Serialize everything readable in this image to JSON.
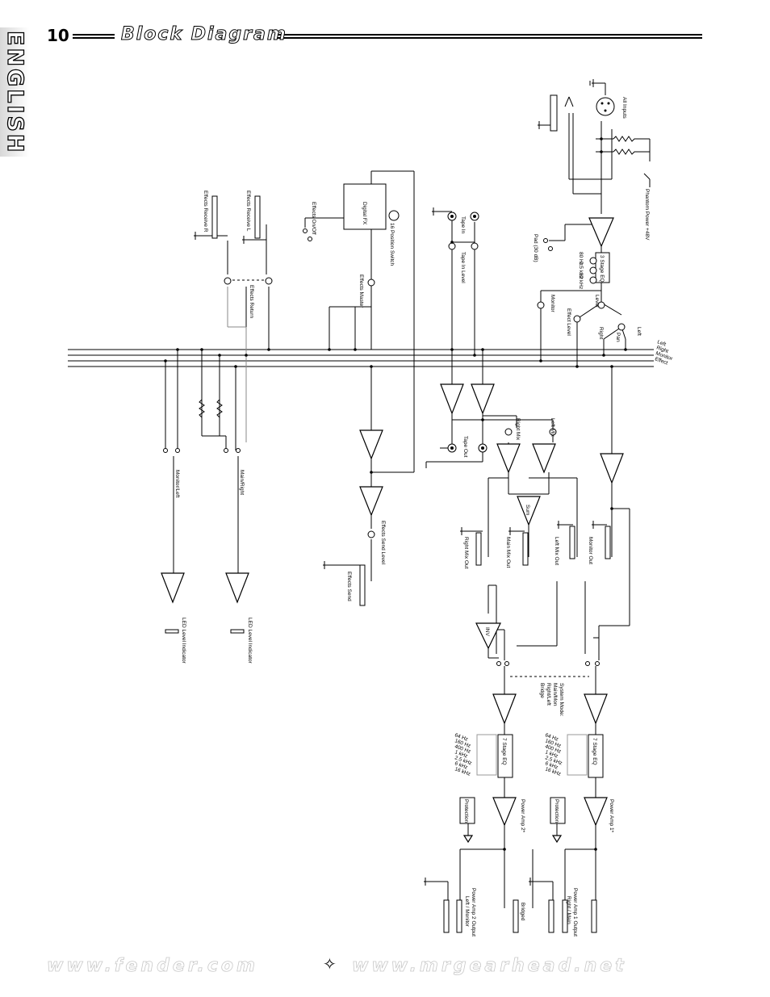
{
  "header": {
    "page_number": "10",
    "title": "Block Diagram"
  },
  "side_tab": {
    "label": "ENGLISH"
  },
  "footer": {
    "left_url": "www.fender.com",
    "separator": "✧",
    "right_url": "www.mrgearhead.net"
  },
  "diagram": {
    "labels": {
      "all_inputs": "All Inputs",
      "phantom_power": "Phantom Power +48V",
      "pad": "Pad (30 dB)",
      "eq3": "3 Stage EQ",
      "hz80": "80 Hz",
      "khz25": "2.5 kHz",
      "khz12": "12 kHz",
      "level": "Level",
      "monitor": "Monitor",
      "effect_level": "Effect Level",
      "pan": "Pan",
      "left": "Left",
      "right": "Right",
      "bus_left": "Left",
      "bus_right": "Right",
      "bus_monitor": "Monitor",
      "bus_effect": "Effect",
      "tape_in": "Tape In",
      "tape_in_level": "Tape In Level",
      "digital_fx": "Digital FX",
      "pos_switch": "16 Position Switch",
      "effects_master": "Effects Master",
      "effects_onoff": "Effects On/Off",
      "effects_receive_r": "Effects Receive R",
      "effects_receive_l": "Effects Receive L",
      "effects_return": "Effects Return",
      "monitor_left": "Monitor/Left",
      "main_right": "Main/Right",
      "led_level_1": "LED Level Indicator",
      "led_level_2": "LED Level Indicator",
      "effects_send_level": "Effects Send Level",
      "effects_send": "Effects Send",
      "tape_out": "Tape Out",
      "right_mix": "Right Mix",
      "left_mix": "Left Mix",
      "sum": "Sum",
      "right_mix_out": "Right Mix Out",
      "main_mix_out": "Main Mix Out",
      "left_mix_out": "Left Mix Out",
      "monitor_out": "Monitor Out",
      "inv": "INV",
      "system_mode": "System Mode:",
      "mode_mainmon": "Main/Mon",
      "mode_rightleft": "Right/Left",
      "mode_bridge": "Bridge",
      "eq7_a": "7 Stage EQ",
      "eq7_b": "7 Stage EQ",
      "protection_a": "Protection",
      "protection_b": "Protection",
      "power_amp_2": "Power Amp 2*",
      "power_amp_1": "Power Amp 1*",
      "pa2_output": "Power Amp 2 Output",
      "pa2_output_sub": "Left / Monitor",
      "bridged": "Bridged",
      "pa1_output": "Power Amp 1 Output",
      "pa1_output_sub": "Right / Main"
    },
    "eq_bands": [
      "64 Hz",
      "160 Hz",
      "400 Hz",
      "1 kHz",
      "2.5 kHz",
      "6 kHz",
      "16 kHz"
    ]
  }
}
